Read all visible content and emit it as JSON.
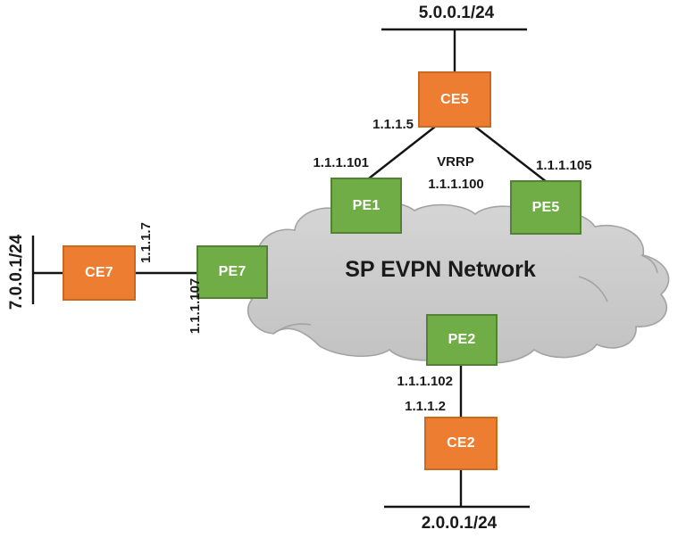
{
  "cloud": {
    "label": "SP EVPN Network"
  },
  "nodes": {
    "ce5": {
      "label": "CE5",
      "type": "ce"
    },
    "pe1": {
      "label": "PE1",
      "type": "pe"
    },
    "pe5": {
      "label": "PE5",
      "type": "pe"
    },
    "ce7": {
      "label": "CE7",
      "type": "ce"
    },
    "pe7": {
      "label": "PE7",
      "type": "pe"
    },
    "pe2": {
      "label": "PE2",
      "type": "pe"
    },
    "ce2": {
      "label": "CE2",
      "type": "ce"
    }
  },
  "labels": {
    "lan5": "5.0.0.1/24",
    "lan7": "7.0.0.1/24",
    "lan2": "2.0.0.1/24",
    "ce5_ip": "1.1.1.5",
    "pe1_ip": "1.1.1.101",
    "pe5_ip": "1.1.1.105",
    "vrrp_title": "VRRP",
    "vrrp_ip": "1.1.1.100",
    "ce7_ip": "1.1.1.7",
    "pe7_ip": "1.1.1.107",
    "pe2_ip": "1.1.1.102",
    "ce2_ip": "1.1.1.2"
  },
  "colors": {
    "ce_fill": "#ED7D31",
    "ce_border": "#C96A23",
    "pe_fill": "#70AD47",
    "pe_border": "#548235",
    "cloud_fill": "#C9C9C9",
    "cloud_border": "#A3A3A3",
    "line": "#141414",
    "text": "#1A1A1A"
  }
}
